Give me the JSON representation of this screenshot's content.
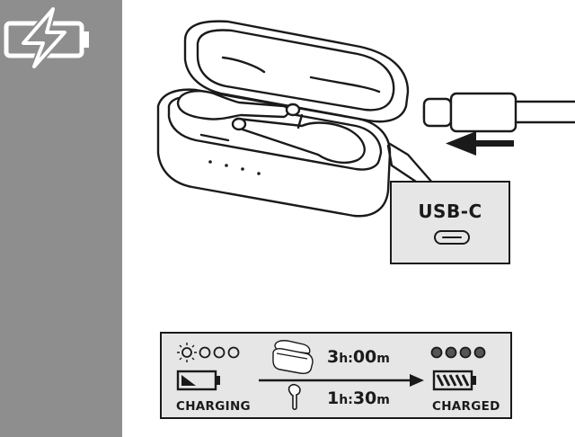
{
  "sidebar": {
    "icon": "battery-charging-icon"
  },
  "callout": {
    "port_label": "USB-C",
    "icon": "usb-c-port-icon"
  },
  "charging_info": {
    "left": {
      "status": "CHARGING",
      "led_icon": "led-blinking-first-icon",
      "battery_icon": "battery-low-icon"
    },
    "right": {
      "status": "CHARGED",
      "led_icon": "led-all-on-icon",
      "battery_icon": "battery-full-icon"
    },
    "case": {
      "hours": "3",
      "h_unit": "h:",
      "minutes": "00",
      "m_unit": "m",
      "icon": "charging-case-icon"
    },
    "earbud": {
      "hours": "1",
      "h_unit": "h:",
      "minutes": "30",
      "m_unit": "m",
      "icon": "earbud-icon"
    }
  },
  "colors": {
    "sidebar": "#8e8e8e",
    "panel": "#e6e6e6",
    "ink": "#1a1a1a"
  }
}
